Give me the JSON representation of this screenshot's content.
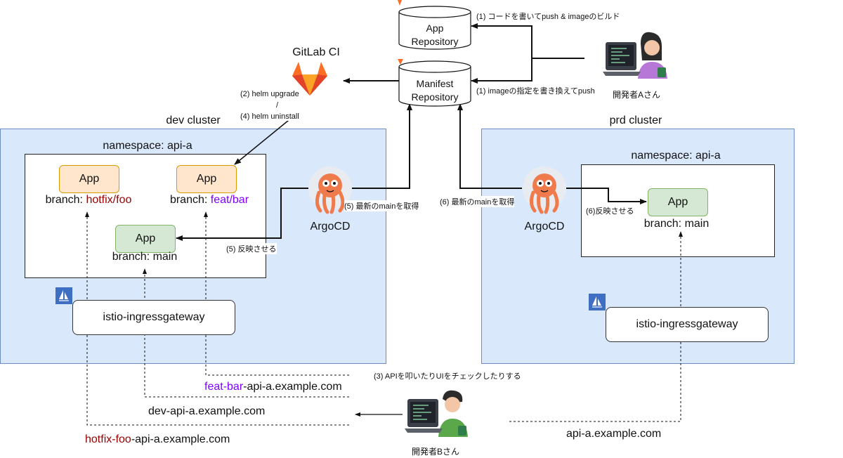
{
  "gitlab": {
    "label": "GitLab CI"
  },
  "repos": {
    "app": {
      "label": "App\nRepository"
    },
    "manifest": {
      "label": "Manifest\nRepository"
    }
  },
  "developers": {
    "a": {
      "label": "開発者Aさん"
    },
    "b": {
      "label": "開発者Bさん"
    }
  },
  "steps": {
    "s1a": "(1) コードを書いてpush & imageのビルド",
    "s1b": "(1) imageの指定を書き換えてpush",
    "s2": "(2) helm upgrade",
    "slash": "/",
    "s4": "(4) helm uninstall",
    "s3": "(3) APIを叩いたりUIをチェックしたりする",
    "s5_fetch": "(5) 最新のmainを取得",
    "s5_reflect": "(5) 反映させる",
    "s6_fetch": "(6) 最新のmainを取得",
    "s6_reflect": "(6)反映させる"
  },
  "dev_cluster": {
    "title": "dev cluster",
    "namespace": "namespace: api-a",
    "apps": [
      {
        "label": "App",
        "branch_prefix": "branch: ",
        "branch": "hotfix/foo",
        "color": "#990000"
      },
      {
        "label": "App",
        "branch_prefix": "branch: ",
        "branch": "feat/bar",
        "color": "#7f00ff"
      },
      {
        "label": "App",
        "branch_prefix": "branch: ",
        "branch": "main",
        "color": "#111111"
      }
    ],
    "argocd": "ArgoCD",
    "gateway": "istio-ingressgateway"
  },
  "prd_cluster": {
    "title": "prd cluster",
    "namespace": "namespace: api-a",
    "app": {
      "label": "App",
      "branch": "branch: main"
    },
    "argocd": "ArgoCD",
    "gateway": "istio-ingressgateway"
  },
  "urls": {
    "feat_prefix": "feat-bar",
    "feat_suffix": "-api-a.example.com",
    "dev": "dev-api-a.example.com",
    "hotfix_prefix": "hotfix-foo",
    "hotfix_suffix": "-api-a.example.com",
    "prd": "api-a.example.com"
  },
  "colors": {
    "cluster_fill": "#dae8fc",
    "cluster_border": "#6c8ebf",
    "app_orange": "#ffe6cc",
    "app_green": "#d5e8d4",
    "hotfix": "#990000",
    "feat": "#7f00ff",
    "argocd": "#ef7b4d",
    "gitlab": "#fc6d26"
  },
  "icons": [
    "gitlab-icon",
    "gitlab-fox-mini-icon",
    "argocd-octopus-icon",
    "istio-sail-icon",
    "developer-laptop-icon"
  ]
}
